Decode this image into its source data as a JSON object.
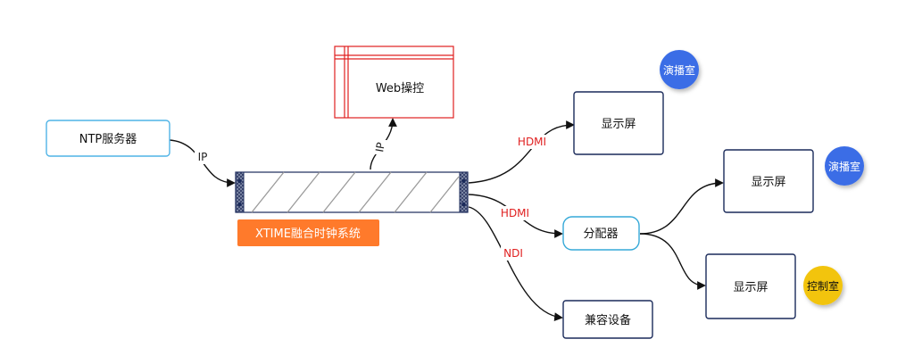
{
  "nodes": {
    "ntp": "NTP服务器",
    "web": "Web操控",
    "system": "XTIME融合时钟系统",
    "display_top": "显示屏",
    "display_mid": "显示屏",
    "display_bottom": "显示屏",
    "splitter": "分配器",
    "compatible": "兼容设备"
  },
  "badges": {
    "studio_top": "演播室",
    "studio_mid": "演播室",
    "control": "控制室"
  },
  "edge_labels": {
    "ntp_ip": "IP",
    "web_ip": "IP",
    "hdmi_top": "HDMI",
    "hdmi_mid": "HDMI",
    "ndi": "NDI"
  },
  "colors": {
    "node_border": "#1a2a5a",
    "ntp_border": "#4fb3e6",
    "splitter_border": "#35a9d8",
    "web_border": "#e02020",
    "system_label_bg": "#ff7a2b",
    "studio_badge": "#3b6de6",
    "control_badge": "#f2c40a",
    "edge_label": "#e02020"
  }
}
